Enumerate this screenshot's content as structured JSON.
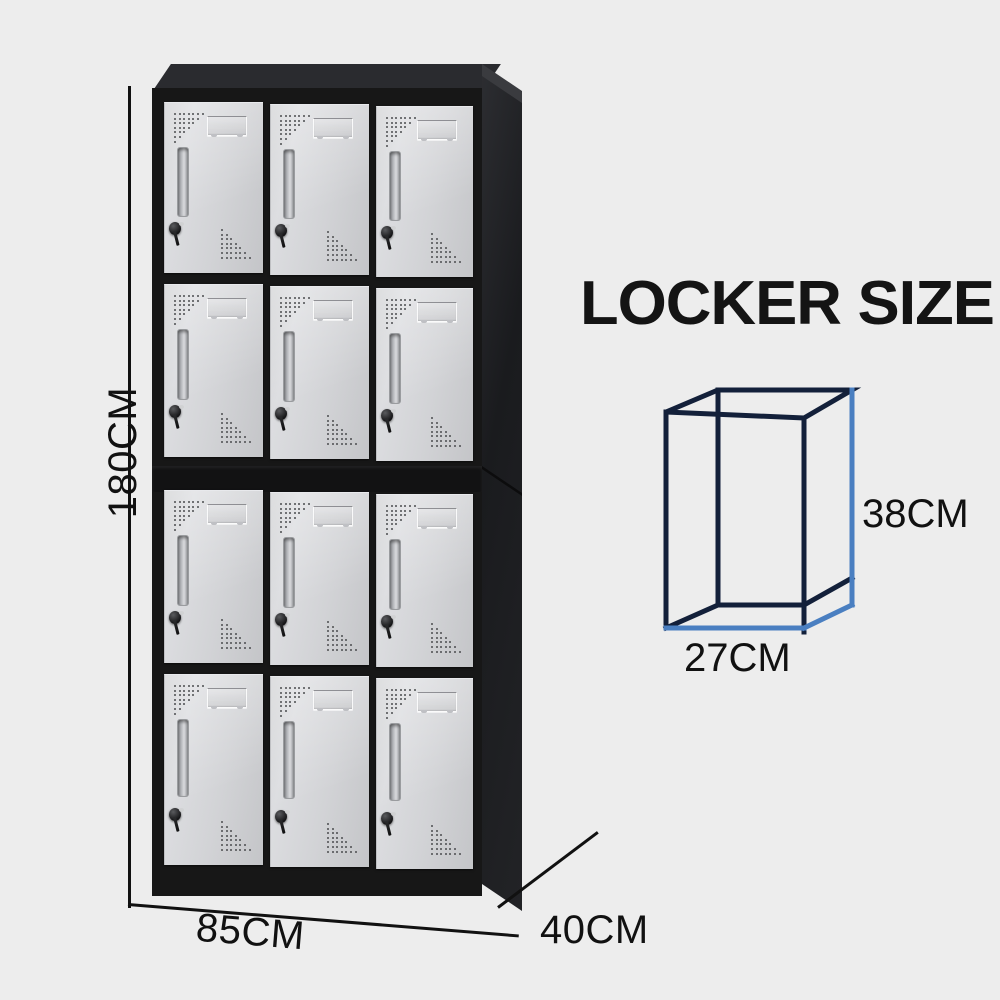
{
  "background_color": "#ededed",
  "product": {
    "name": "12-door steel storage locker",
    "body_color": "#171717",
    "door_color": "#d4d5d8",
    "columns": 3,
    "rows": 4,
    "doors_total": 12,
    "door_features": [
      "perforation-vent-top-left",
      "name-card-holder-top-right",
      "vertical-slot-handle",
      "key-lock",
      "perforation-vent-bottom-right"
    ]
  },
  "dimensions": {
    "height": "180CM",
    "width": "85CM",
    "depth": "40CM"
  },
  "callout": {
    "title": "LOCKER SIZE",
    "cube": {
      "line_color_dark": "#13203a",
      "line_color_accent": "#4a7fc1",
      "width_label": "27CM",
      "height_label": "38CM"
    }
  }
}
